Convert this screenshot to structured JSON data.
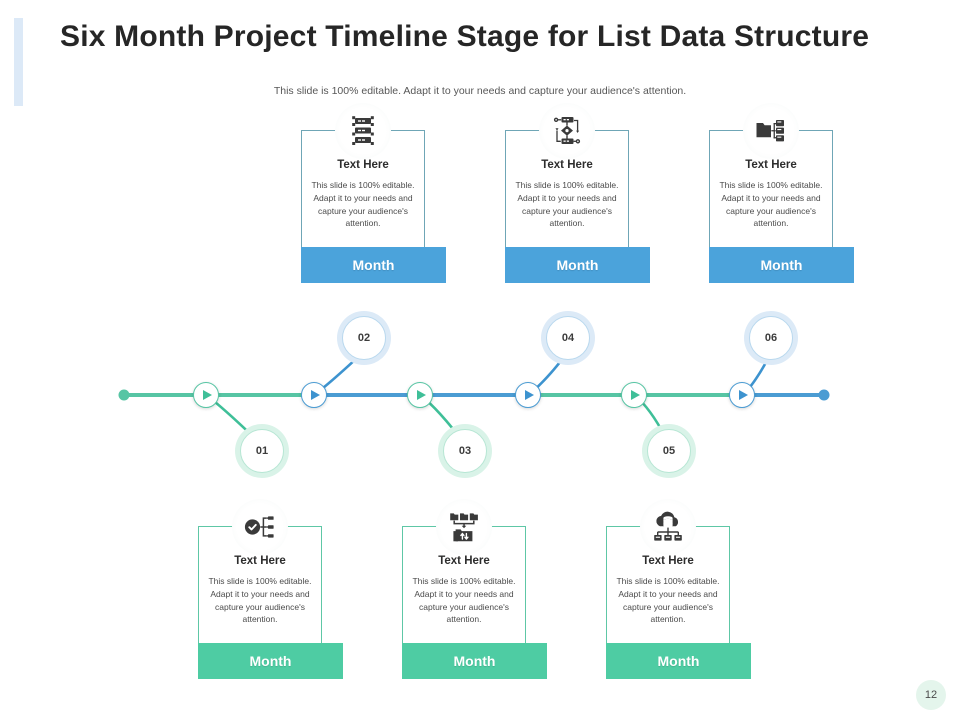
{
  "header": {
    "title": "Six Month Project Timeline Stage for List Data Structure",
    "subtitle": "This slide is 100% editable. Adapt it to your needs and capture your audience's attention.",
    "accent_color": "#dce9f7"
  },
  "theme": {
    "blue": "#4ba3db",
    "green": "#4ecca3",
    "line_blue": "#4b9cd3",
    "line_green": "#57c5a4",
    "badge_blue_halo": "#dceaf7",
    "badge_green_halo": "#d9f3e8",
    "top_card_border": "#6fa6b6",
    "bottom_card_border": "#5ec7a6"
  },
  "body_text": "This slide is 100% editable. Adapt it to your needs and capture your audience's attention.",
  "cards_top": [
    {
      "icon": "server-stack-icon",
      "title": "Text Here",
      "desc": "This slide is 100% editable. Adapt it to your needs and capture your audience's attention.",
      "month": "Month"
    },
    {
      "icon": "flowchart-diagram-icon",
      "title": "Text Here",
      "desc": "This slide is 100% editable. Adapt it to your needs and capture your audience's attention.",
      "month": "Month"
    },
    {
      "icon": "folder-tree-icon",
      "title": "Text Here",
      "desc": "This slide is 100% editable. Adapt it to your needs and capture your audience's attention.",
      "month": "Month"
    }
  ],
  "cards_bottom": [
    {
      "icon": "check-network-icon",
      "title": "Text Here",
      "desc": "This slide is 100% editable. Adapt it to your needs and capture your audience's attention.",
      "month": "Month"
    },
    {
      "icon": "folder-sort-icon",
      "title": "Text Here",
      "desc": "This slide is 100% editable. Adapt it to your needs and capture your audience's attention.",
      "month": "Month"
    },
    {
      "icon": "cloud-database-icon",
      "title": "Text Here",
      "desc": "This slide is 100% editable. Adapt it to your needs and capture your audience's attention.",
      "month": "Month"
    }
  ],
  "timeline": {
    "badges": [
      {
        "label": "01",
        "position": "down"
      },
      {
        "label": "02",
        "position": "up"
      },
      {
        "label": "03",
        "position": "down"
      },
      {
        "label": "04",
        "position": "up"
      },
      {
        "label": "05",
        "position": "down"
      },
      {
        "label": "06",
        "position": "up"
      }
    ],
    "nodes": [
      "green",
      "blue",
      "green",
      "blue",
      "green",
      "blue"
    ]
  },
  "footer": {
    "page_number": "12"
  }
}
